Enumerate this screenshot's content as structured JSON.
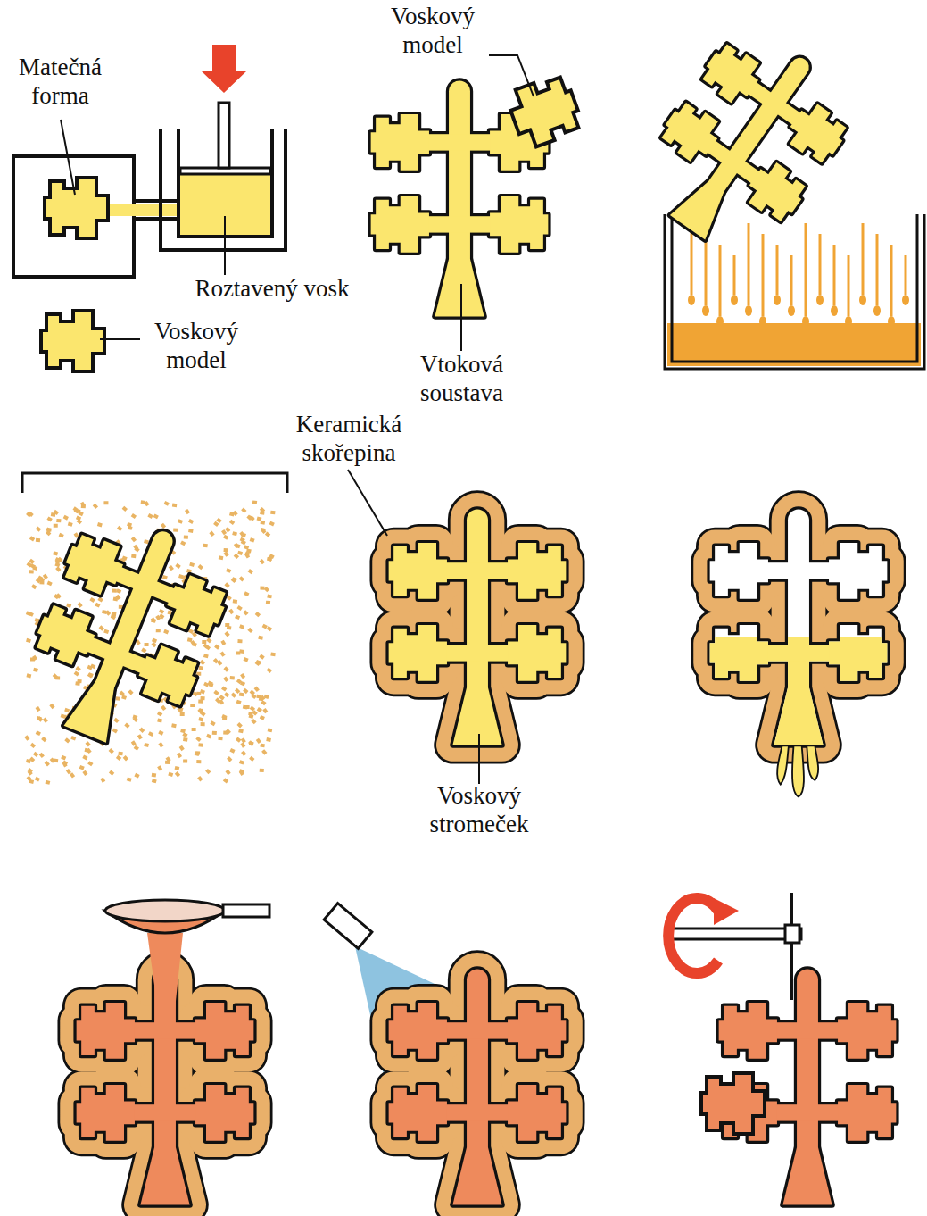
{
  "diagram": {
    "labels": [
      "Matečná forma",
      "Voskový model",
      "Roztavený vosk",
      "Voskový model",
      "Vtoková soustava",
      "Keramická skořepina",
      "Voskový stromeček"
    ]
  }
}
